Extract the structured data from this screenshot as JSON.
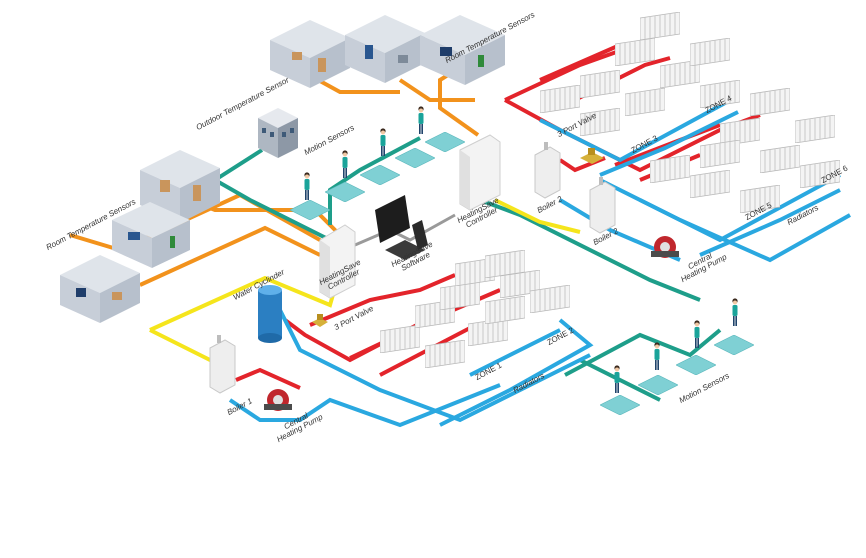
{
  "labels": {
    "outdoor_sensor": "Outdoor Temperature Sensor",
    "room_sensors_top": "Room Temperature Sensors",
    "room_sensors_left": "Room Temperature Sensors",
    "motion_sensors_top": "Motion Sensors",
    "motion_sensors_bottom": "Motion Sensors",
    "controller_center_line1": "HeatingSave",
    "controller_center_line2": "Controller",
    "controller_right_line1": "HeatingSave",
    "controller_right_line2": "Controller",
    "software_line1": "HeatingSave",
    "software_line2": "Software",
    "water_cylinder": "Water Cyclinder",
    "valve_left": "3 Port Valve",
    "valve_right": "3 Port Valve",
    "boiler_1": "Boiler 1",
    "boiler_2a": "Boiler 2",
    "boiler_2b": "Boiler 2",
    "pump_left_line1": "Central",
    "pump_left_line2": "Heating Pump",
    "pump_right_line1": "Central",
    "pump_right_line2": "Heating Pump",
    "radiators_left": "Radiators",
    "radiators_right": "Radiators",
    "zone_1": "ZONE 1",
    "zone_2": "ZONE 2",
    "zone_3": "ZONE 3",
    "zone_4": "ZONE 4",
    "zone_5": "ZONE 5",
    "zone_6": "ZONE 6"
  },
  "colors": {
    "hot_pipe": "#e3242b",
    "return_pipe": "#2aa8e0",
    "orange_line": "#f2921c",
    "yellow_line": "#f5e51c",
    "green_line": "#1e9e8a",
    "teal_line": "#26a69a",
    "grey_line": "#9a9a9a",
    "radiator": "#f2f2f2",
    "motion_tile": "#7fd0d4",
    "pump_red": "#c0272d"
  },
  "icons": [
    "office-room",
    "building",
    "controller-box",
    "computer",
    "water-cylinder",
    "boiler",
    "pump",
    "valve",
    "radiator",
    "person"
  ]
}
